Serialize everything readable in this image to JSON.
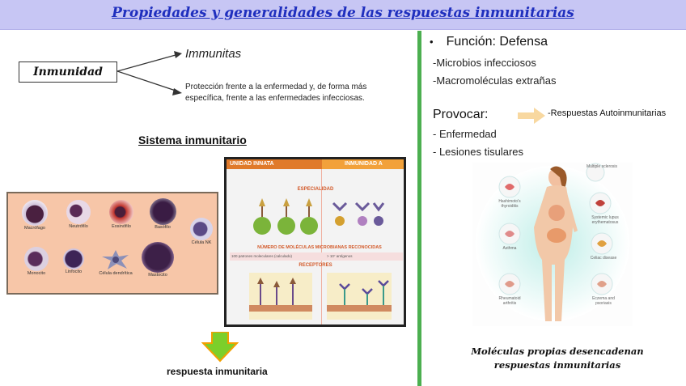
{
  "header": {
    "title": "Propiedades y generalidades de las respuestas inmunitarias"
  },
  "left": {
    "inmunidad_label": "Inmunidad",
    "immunitas": "Immunitas",
    "proteccion": "Protección frente a la enfermedad y, de forma más específica, frente a las enfermedades infecciosas.",
    "sistema_title": "Sistema inmunitario",
    "respuesta_label": "respuesta inmunitaria",
    "cells": [
      {
        "name": "Macrófago",
        "color": "#4a2040"
      },
      {
        "name": "Neutrófilo",
        "color": "#5a2a55"
      },
      {
        "name": "Eosinófilo",
        "color": "#c0352e"
      },
      {
        "name": "Basófilo",
        "color": "#3a1c44"
      },
      {
        "name": "Célula NK",
        "color": "#5b4a86"
      },
      {
        "name": "Monocito",
        "color": "#5a2c5a"
      },
      {
        "name": "Linfocito",
        "color": "#3e2556"
      },
      {
        "name": "Célula dendrítica",
        "color": "#8c90b8"
      },
      {
        "name": "Mastocito",
        "color": "#3d2048"
      }
    ],
    "innate": {
      "header_left": "UNIDAD INNATA",
      "header_right": "INMUNIDAD A",
      "especificidad": "ESPECIALIDAD",
      "numero": "NÚMERO DE MOLÉCULAS MICROBIANAS RECONOCIDAS",
      "numero_left": "100 patrones moleculares (calculado)",
      "numero_right": "> 10⁷ antígenos",
      "receptores": "RECEPTORES"
    }
  },
  "right": {
    "funcion": "Función: Defensa",
    "items": [
      "-Microbios infecciosos",
      "-Macromoléculas extrañas"
    ],
    "provocar": "Provocar:",
    "autoinmunitarias": "-Respuestas Autoinmunitarias",
    "provocar_items": [
      "- Enfermedad",
      "- Lesiones tisulares"
    ],
    "conditions": [
      "Multiple sclerosis",
      "Hashimoto's thyroiditis",
      "Systemic lupus erythematosus",
      "Asthma",
      "Celiac disease",
      "Rheumatoid arthritis",
      "Eczema and psoriasis"
    ],
    "moleculas": "Moléculas propias desencadenan respuestas inmunitarias"
  },
  "colors": {
    "title": "#1f2fbe",
    "header_bg": "#c7c6f4",
    "divider": "#4caf50",
    "arrow_down": "#7ccf2a",
    "arrow_right": "#f8d8a0"
  }
}
